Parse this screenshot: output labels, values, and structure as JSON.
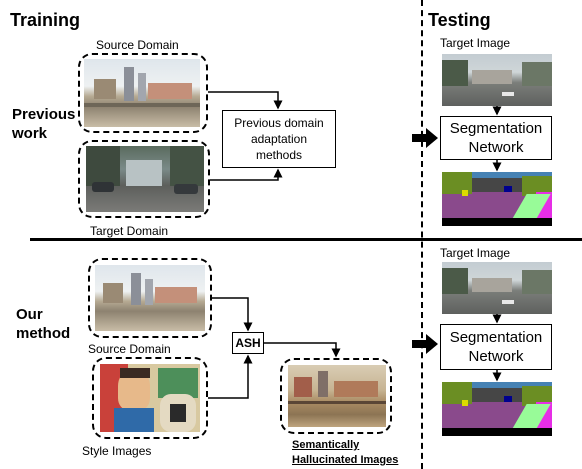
{
  "training": {
    "title": "Training",
    "previous_work_label": "Previous\nwork",
    "source_domain_label": "Source Domain",
    "target_domain_label": "Target Domain",
    "previous_methods_label": "Previous domain\nadaptation\nmethods"
  },
  "testing": {
    "title": "Testing",
    "top": {
      "target_image_label": "Target Image",
      "network_label": "Segmentation\nNetwork"
    },
    "bottom": {
      "target_image_label": "Target Image",
      "network_label": "Segmentation\nNetwork"
    }
  },
  "our_method": {
    "label": "Our\nmethod",
    "source_domain_label": "Source Domain",
    "style_images_label": "Style Images",
    "ash_label": "ASH",
    "hallucinated_label": "Semantically\nHallucinated Images"
  },
  "colors": {
    "road": "#8a4a8c",
    "vegetation": "#6b8e23",
    "sky": "#4682b4",
    "building": "#464646",
    "car": "#00008e",
    "sidewalk": "#e62ee6",
    "terrain": "#98fb98"
  }
}
